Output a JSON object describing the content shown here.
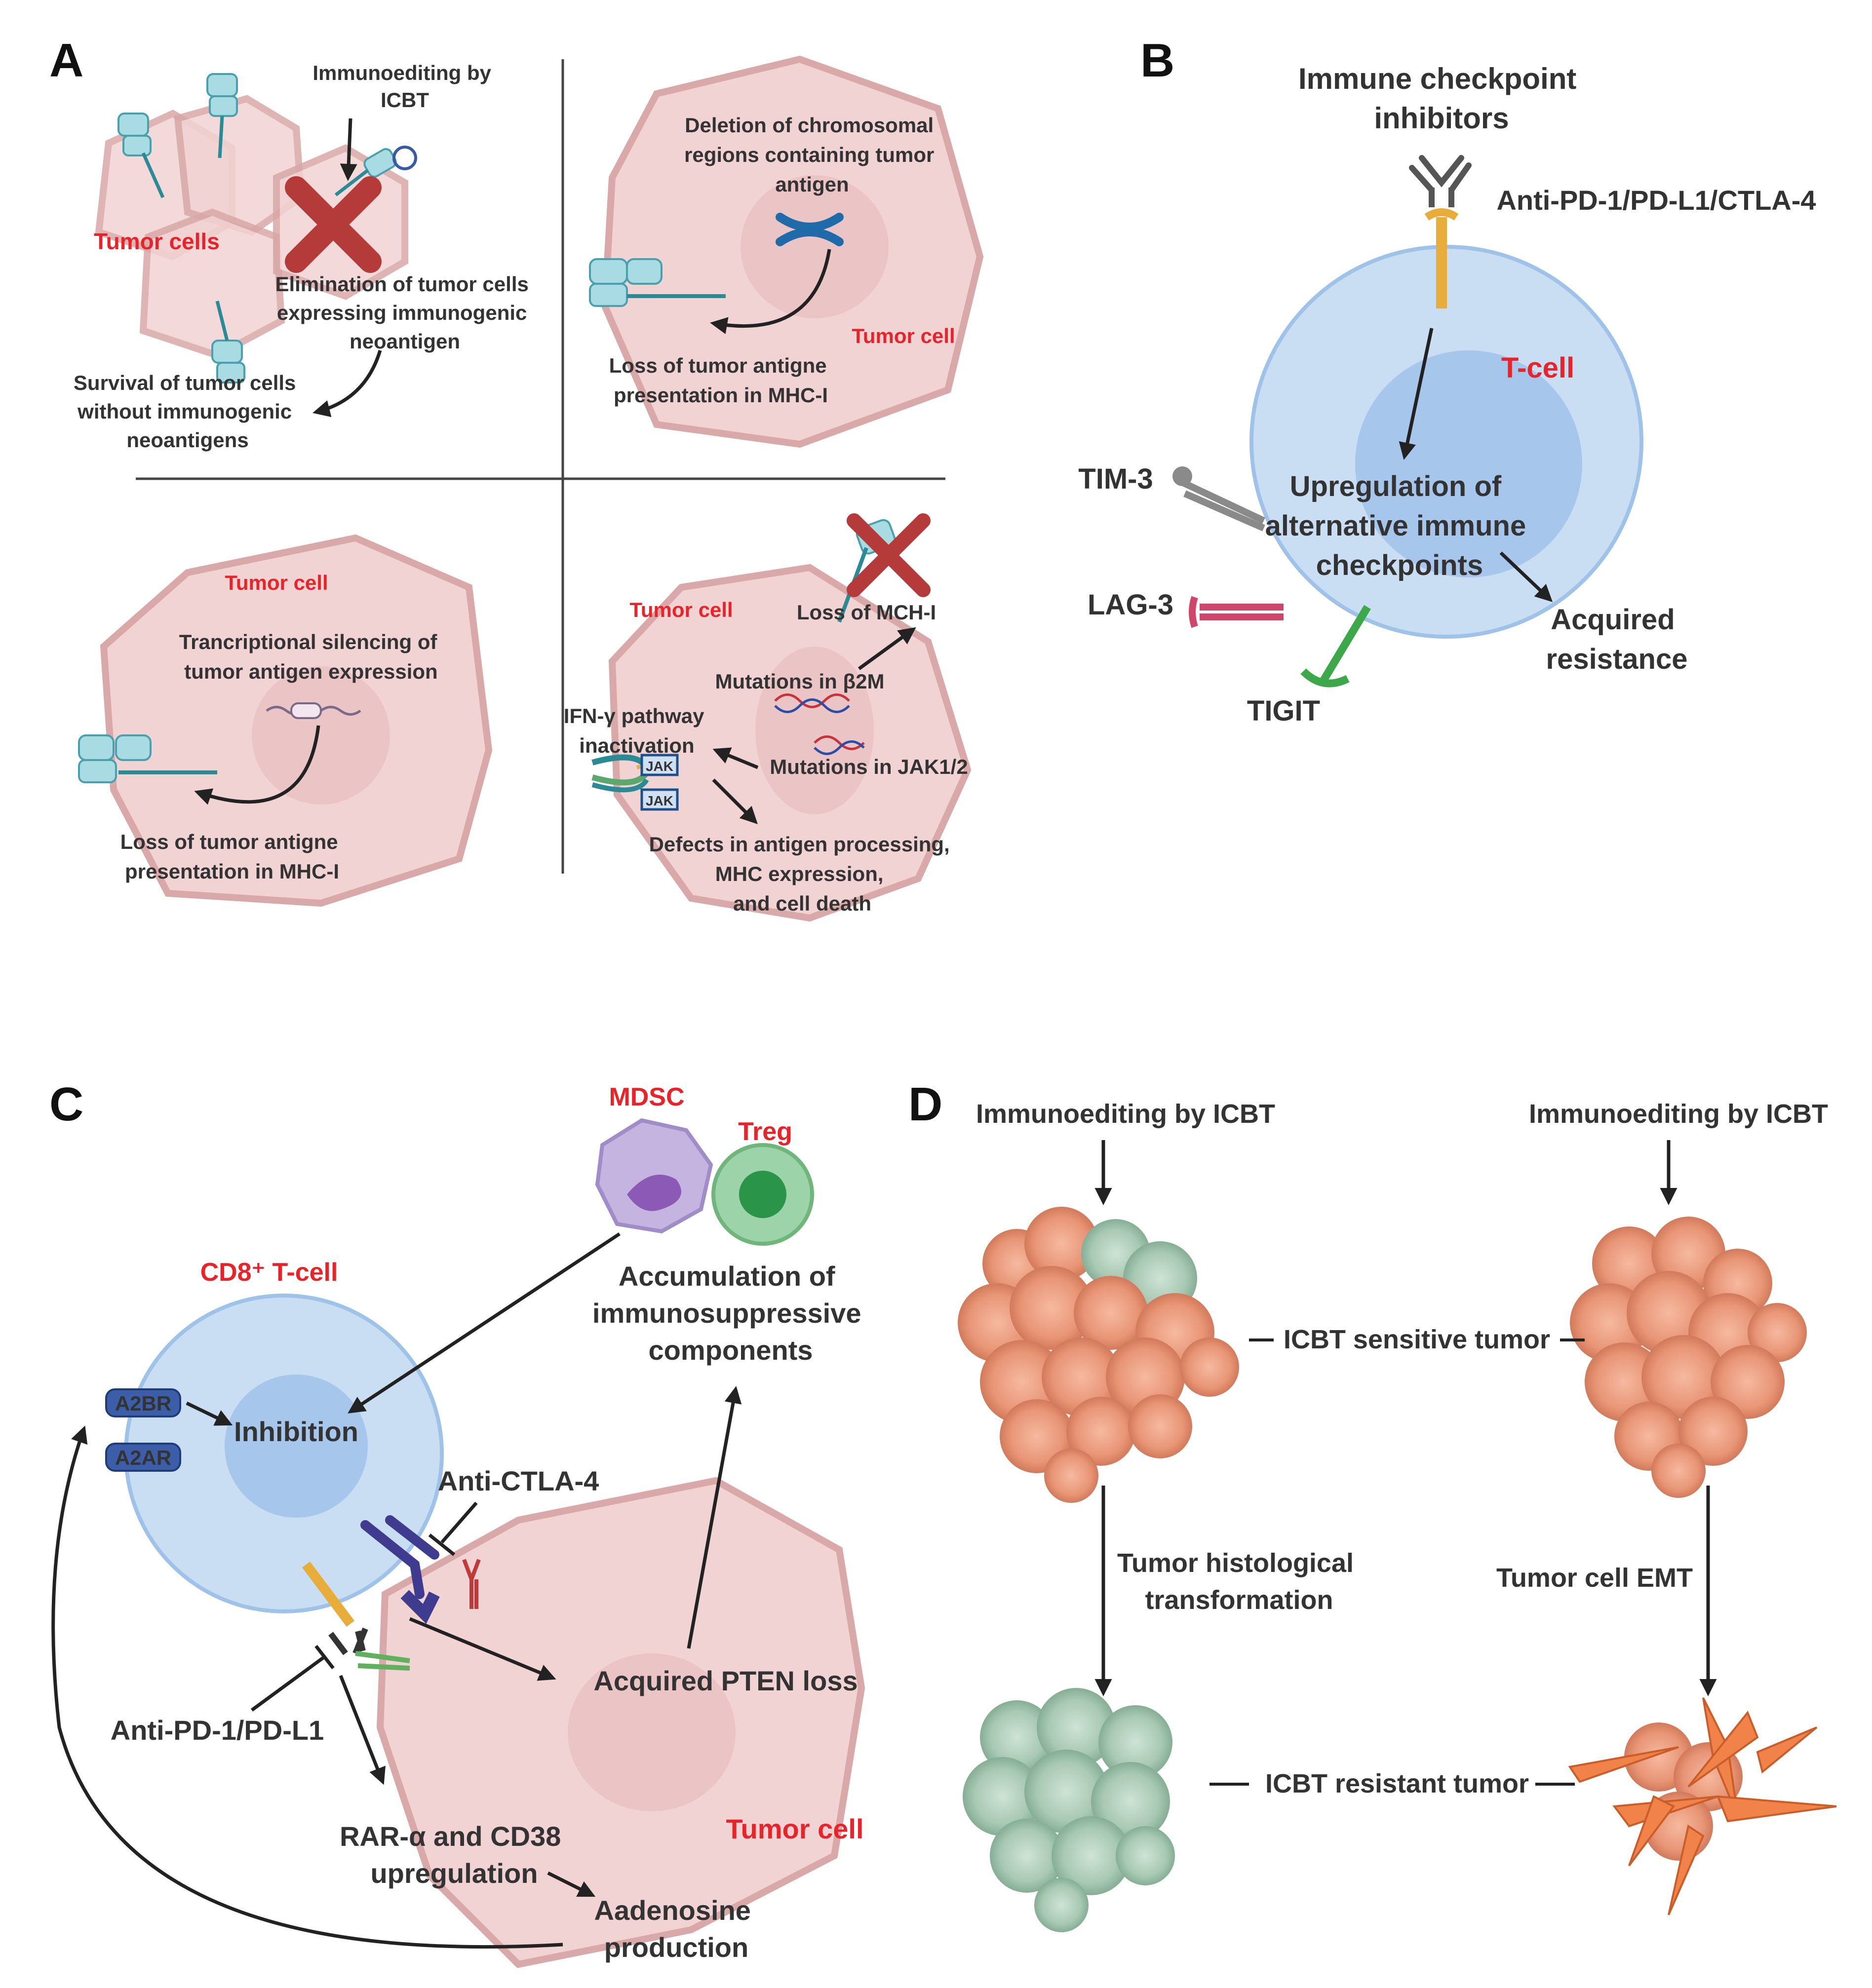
{
  "panels": {
    "a": "A",
    "b": "B",
    "c": "C",
    "d": "D"
  },
  "a": {
    "q1": {
      "tumor_cells": "Tumor cells",
      "immunoediting": [
        "Immunoediting by",
        "ICBT"
      ],
      "elimination": [
        "Elimination of tumor cells",
        "expressing immunogenic",
        "neoantigen"
      ],
      "survival": [
        "Survival of tumor cells",
        "without immunogenic",
        "neoantigens"
      ]
    },
    "q2": {
      "deletion": [
        "Deletion of chromosomal",
        "regions containing tumor",
        "antigen"
      ],
      "tumor_cell": "Tumor cell",
      "loss": [
        "Loss of tumor antigne",
        "presentation in MHC-I"
      ]
    },
    "q3": {
      "tumor_cell": "Tumor cell",
      "silencing": [
        "Trancriptional silencing of",
        "tumor antigen expression"
      ],
      "loss": [
        "Loss of tumor antigne",
        "presentation in MHC-I"
      ]
    },
    "q4": {
      "tumor_cell": "Tumor cell",
      "loss_mch": "Loss of MCH-I",
      "mut_b2m": "Mutations in β2M",
      "ifn": [
        "IFN-γ pathway",
        "inactivation"
      ],
      "mut_jak": "Mutations in JAK1/2",
      "jak": "JAK",
      "defects": [
        "Defects in antigen processing,",
        "MHC expression,",
        "and cell death"
      ]
    }
  },
  "b": {
    "inhibitors": [
      "Immune checkpoint",
      "inhibitors"
    ],
    "anti": "Anti-PD-1/PD-L1/CTLA-4",
    "tcell": "T-cell",
    "upreg": [
      "Upregulation of",
      "alternative immune",
      "checkpoints"
    ],
    "acquired": [
      "Acquired",
      "resistance"
    ],
    "tim3": "TIM-3",
    "lag3": "LAG-3",
    "tigit": "TIGIT"
  },
  "c": {
    "mdsc": "MDSC",
    "treg": "Treg",
    "accum": [
      "Accumulation of",
      "immunosuppressive",
      "components"
    ],
    "cd8": "CD8⁺ T-cell",
    "a2br": "A2BR",
    "a2ar": "A2AR",
    "inhibition": "Inhibition",
    "anti_ctla4": "Anti-CTLA-4",
    "pten": "Acquired PTEN loss",
    "anti_pd1": "Anti-PD-1/PD-L1",
    "rar": [
      "RAR-α and CD38",
      "upregulation"
    ],
    "tumor_cell": "Tumor cell",
    "adenosine": [
      "Aadenosine",
      "production"
    ]
  },
  "d": {
    "immuno_left": "Immunoediting by ICBT",
    "immuno_right": "Immunoediting by ICBT",
    "sensitive": "ICBT sensitive tumor",
    "histo": [
      "Tumor histological",
      "transformation"
    ],
    "emt": "Tumor cell EMT",
    "resistant": "ICBT resistant tumor"
  }
}
